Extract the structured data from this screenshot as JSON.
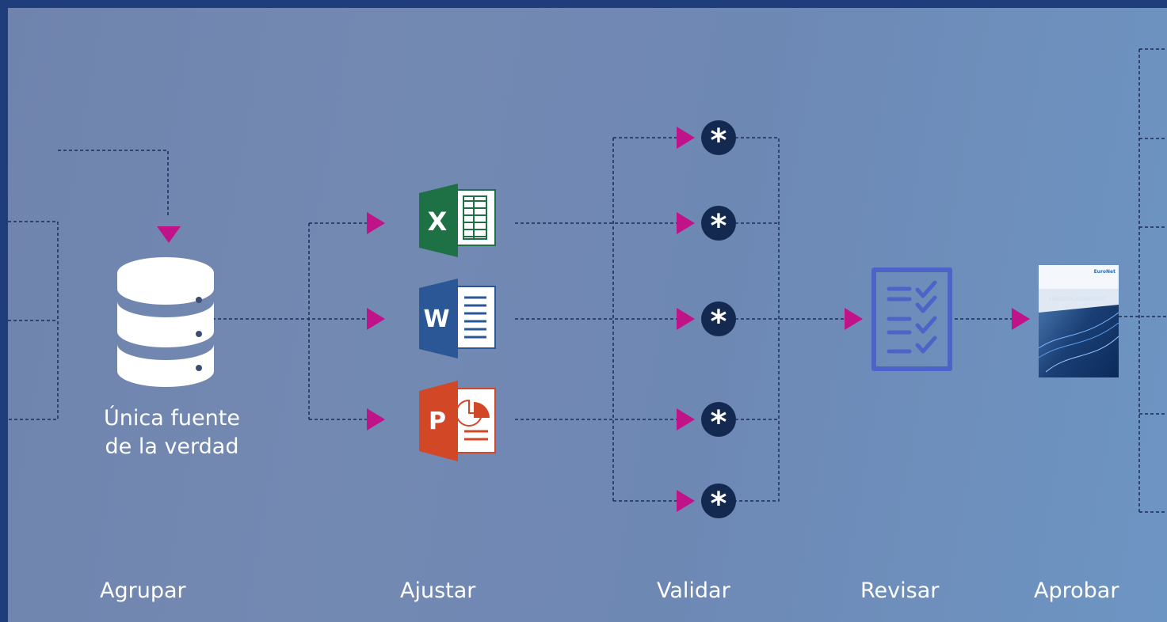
{
  "source": {
    "caption_line1": "Única fuente",
    "caption_line2": "de la verdad"
  },
  "apps": [
    {
      "name": "excel",
      "letter": "X",
      "color": "#1e7145"
    },
    {
      "name": "word",
      "letter": "W",
      "color": "#2b5797"
    },
    {
      "name": "powerpoint",
      "letter": "P",
      "color": "#d24726"
    }
  ],
  "validators": {
    "symbol": "*",
    "count": 5
  },
  "report": {
    "brand": "EuroNet",
    "title": "KONZERNLAGEBERICHT"
  },
  "stages": [
    {
      "label": "Agrupar"
    },
    {
      "label": "Ajustar"
    },
    {
      "label": "Validar"
    },
    {
      "label": "Revisar"
    },
    {
      "label": "Aprobar"
    }
  ],
  "colors": {
    "arrow": "#c0138a",
    "line": "#1b2d55",
    "node": "#13294f",
    "checklist": "#4e63c8"
  }
}
